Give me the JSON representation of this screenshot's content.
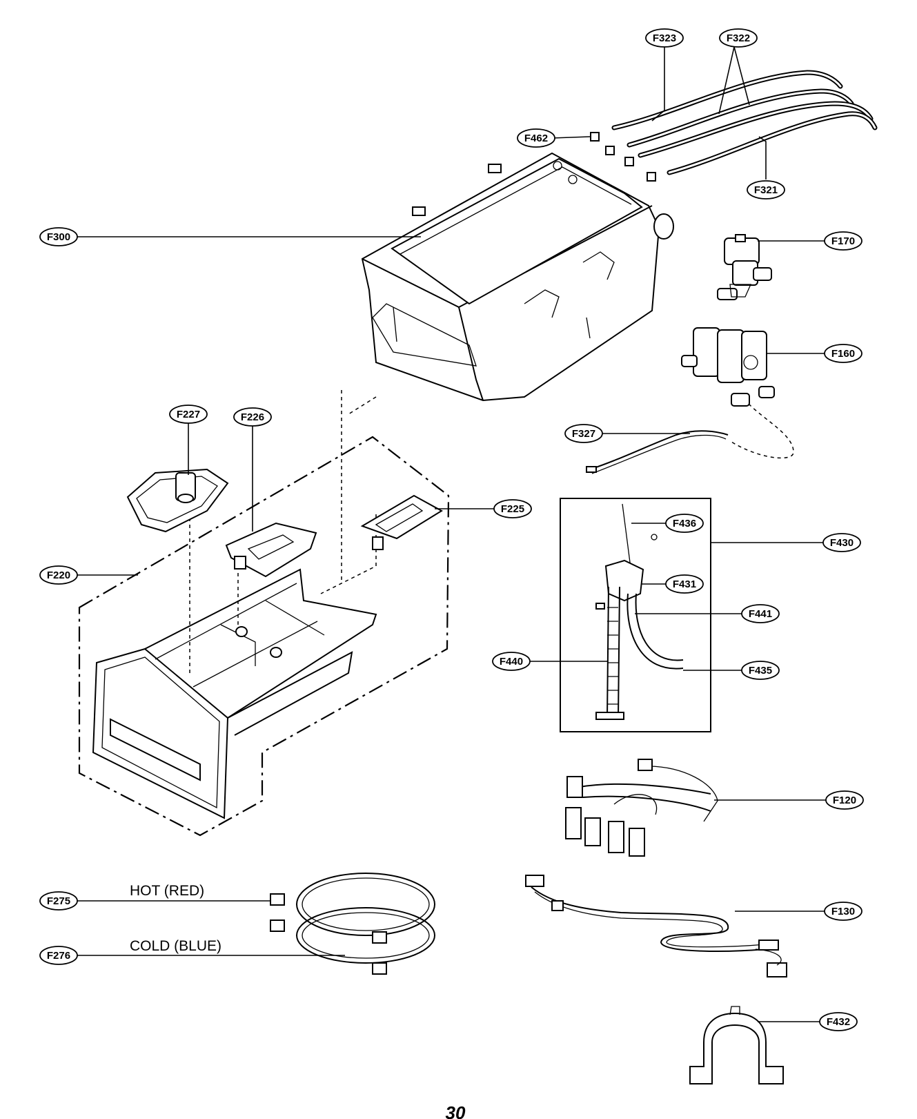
{
  "callouts": {
    "f323": "F323",
    "f322": "F322",
    "f462": "F462",
    "f321": "F321",
    "f300": "F300",
    "f170": "F170",
    "f160": "F160",
    "f327": "F327",
    "f227": "F227",
    "f226": "F226",
    "f225": "F225",
    "f436": "F436",
    "f430": "F430",
    "f220": "F220",
    "f431": "F431",
    "f441": "F441",
    "f440": "F440",
    "f435": "F435",
    "f120": "F120",
    "f275": "F275",
    "f130": "F130",
    "f276": "F276",
    "f432": "F432"
  },
  "notes": {
    "hot": "HOT (RED)",
    "cold": "COLD (BLUE)"
  },
  "page_number": "30"
}
